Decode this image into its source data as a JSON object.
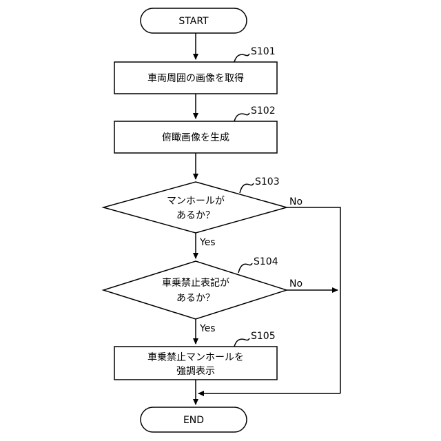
{
  "nodes": {
    "start": {
      "label": "START"
    },
    "s101": {
      "step": "S101",
      "label": "車両周囲の画像を取得"
    },
    "s102": {
      "step": "S102",
      "label": "俯瞰画像を生成"
    },
    "s103": {
      "step": "S103",
      "lines": [
        "マンホールが",
        "あるか？"
      ]
    },
    "s104": {
      "step": "S104",
      "lines": [
        "車乗禁止表記が",
        "あるか？"
      ]
    },
    "s105": {
      "step": "S105",
      "lines": [
        "車乗禁止マンホールを",
        "強調表示"
      ]
    },
    "end": {
      "label": "END"
    }
  },
  "edges": {
    "s103_yes": "Yes",
    "s103_no": "No",
    "s104_yes": "Yes",
    "s104_no": "No"
  }
}
